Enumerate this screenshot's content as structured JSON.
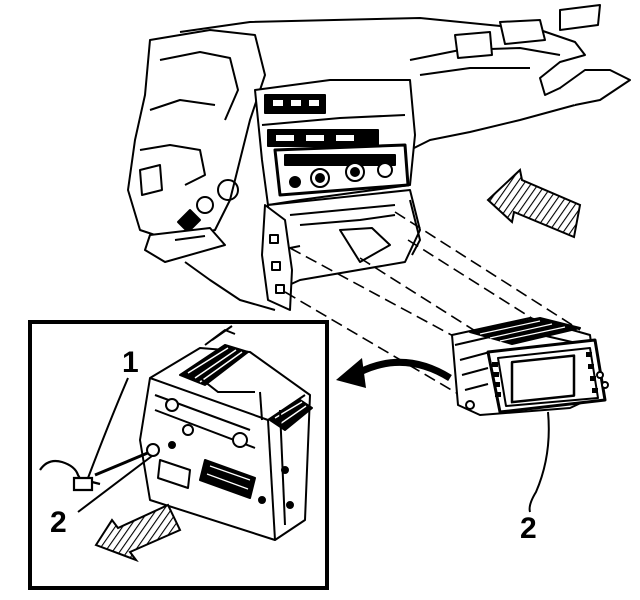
{
  "callouts": {
    "inset_bulb_socket": "1",
    "inset_radio_unit": "2",
    "main_radio_unit": "2"
  },
  "colors": {
    "ink": "#000000",
    "paper": "#ffffff",
    "hatch": "#000000"
  },
  "icons": {
    "main_arrow": "install-direction-arrow-icon",
    "inset_arrow": "remove-direction-arrow-icon",
    "curved_arrow": "detail-view-arrow-icon"
  }
}
